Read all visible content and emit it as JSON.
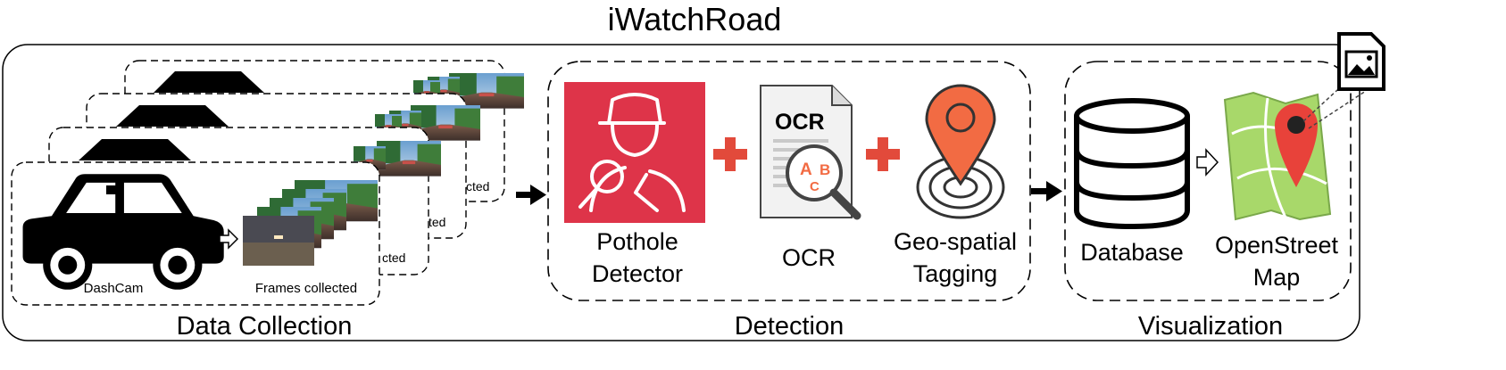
{
  "title": "iWatchRoad",
  "sections": {
    "collection": {
      "label": "Data Collection"
    },
    "detection": {
      "label": "Detection"
    },
    "visualization": {
      "label": "Visualization"
    }
  },
  "collection": {
    "dashcam_label": "DashCam",
    "frames_label": "Frames collected",
    "stack_fragment_labels": [
      "cted",
      "ted",
      "cted"
    ]
  },
  "detection": {
    "pothole_label_line1": "Pothole",
    "pothole_label_line2": "Detector",
    "ocr_label": "OCR",
    "ocr_doc_heading": "OCR",
    "ocr_letters": [
      "A",
      "B",
      "C"
    ],
    "geo_label_line1": "Geo-spatial",
    "geo_label_line2": "Tagging"
  },
  "visualization": {
    "database_label": "Database",
    "map_label_line1": "OpenStreet",
    "map_label_line2": "Map"
  },
  "colors": {
    "pothole_bg": "#de3449",
    "plus": "#e24a3b",
    "geo_pin": "#f26b43",
    "map_green": "#a8d86a",
    "map_pin": "#e8423a"
  },
  "icons": [
    "car-icon",
    "camera-icon",
    "frames-stack-icon",
    "detective-search-icon",
    "ocr-document-icon",
    "location-pin-icon",
    "database-icon",
    "map-icon",
    "image-file-icon"
  ]
}
